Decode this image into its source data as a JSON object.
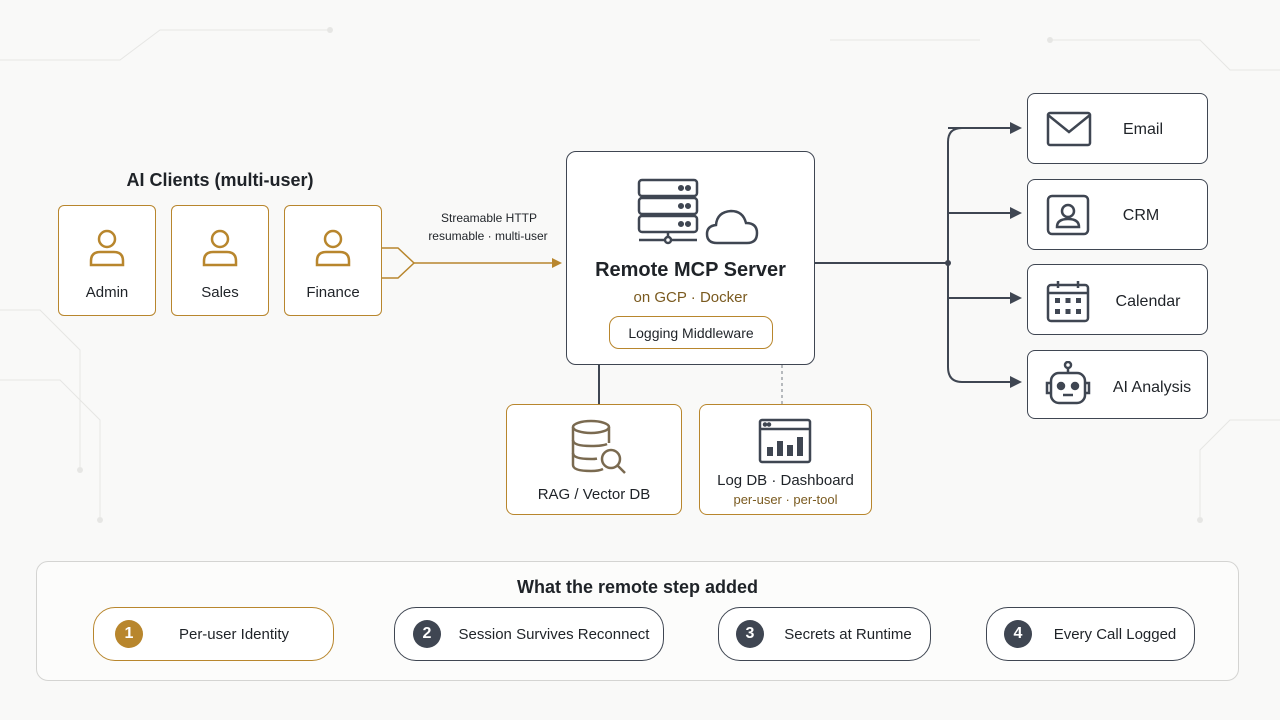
{
  "clients": {
    "title": "AI Clients (multi-user)",
    "items": [
      {
        "label": "Admin",
        "icon": "user-icon"
      },
      {
        "label": "Sales",
        "icon": "user-icon"
      },
      {
        "label": "Finance",
        "icon": "user-icon"
      }
    ]
  },
  "connection": {
    "line1": "Streamable HTTP",
    "line2": "resumable · multi-user"
  },
  "server": {
    "title": "Remote MCP Server",
    "subtitle": "on GCP · Docker",
    "middleware": "Logging Middleware",
    "icons": [
      "server-rack-icon",
      "cloud-icon"
    ]
  },
  "storage": {
    "rag": {
      "label": "RAG / Vector DB",
      "icon": "database-search-icon"
    },
    "logdb": {
      "label": "Log DB · Dashboard",
      "sublabel": "per-user · per-tool",
      "icon": "dashboard-chart-icon"
    }
  },
  "tools": [
    {
      "label": "Email",
      "icon": "mail-icon"
    },
    {
      "label": "CRM",
      "icon": "contact-card-icon"
    },
    {
      "label": "Calendar",
      "icon": "calendar-icon"
    },
    {
      "label": "AI Analysis",
      "icon": "robot-icon"
    }
  ],
  "steps": {
    "title": "What the remote step added",
    "items": [
      {
        "number": "1",
        "label": "Per-user Identity"
      },
      {
        "number": "2",
        "label": "Session Survives Reconnect"
      },
      {
        "number": "3",
        "label": "Secrets at Runtime"
      },
      {
        "number": "4",
        "label": "Every Call Logged"
      }
    ]
  },
  "colors": {
    "gold": "#b8862d",
    "dark": "#3f4652",
    "background": "#f9f9f8"
  }
}
